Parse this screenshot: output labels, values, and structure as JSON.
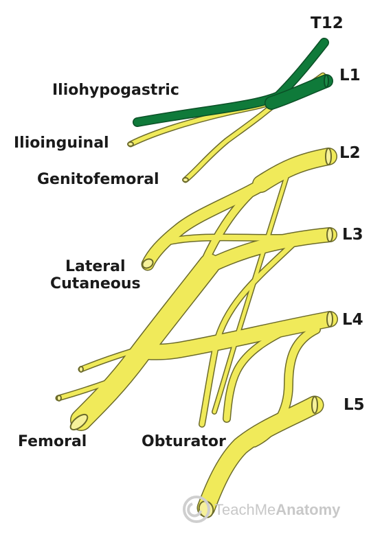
{
  "roots": {
    "t12": "T12",
    "l1": "L1",
    "l2": "L2",
    "l3": "L3",
    "l4": "L4",
    "l5": "L5"
  },
  "nerves": {
    "iliohypogastric": "Iliohypogastric",
    "ilioinguinal": "Ilioinguinal",
    "genitofemoral": "Genitofemoral",
    "lateral_cutaneous_line1": "Lateral",
    "lateral_cutaneous_line2": "Cutaneous",
    "femoral": "Femoral",
    "obturator": "Obturator"
  },
  "watermark": {
    "prefix": "TeachMe",
    "brand": "Anatomy"
  },
  "colors": {
    "nerve_yellow": "#f0ea5a",
    "nerve_outline": "#6b6a2a",
    "iliohypogastric_green": "#0f7a3a",
    "label": "#1a1a1a",
    "watermark": "#c8c8c8"
  }
}
